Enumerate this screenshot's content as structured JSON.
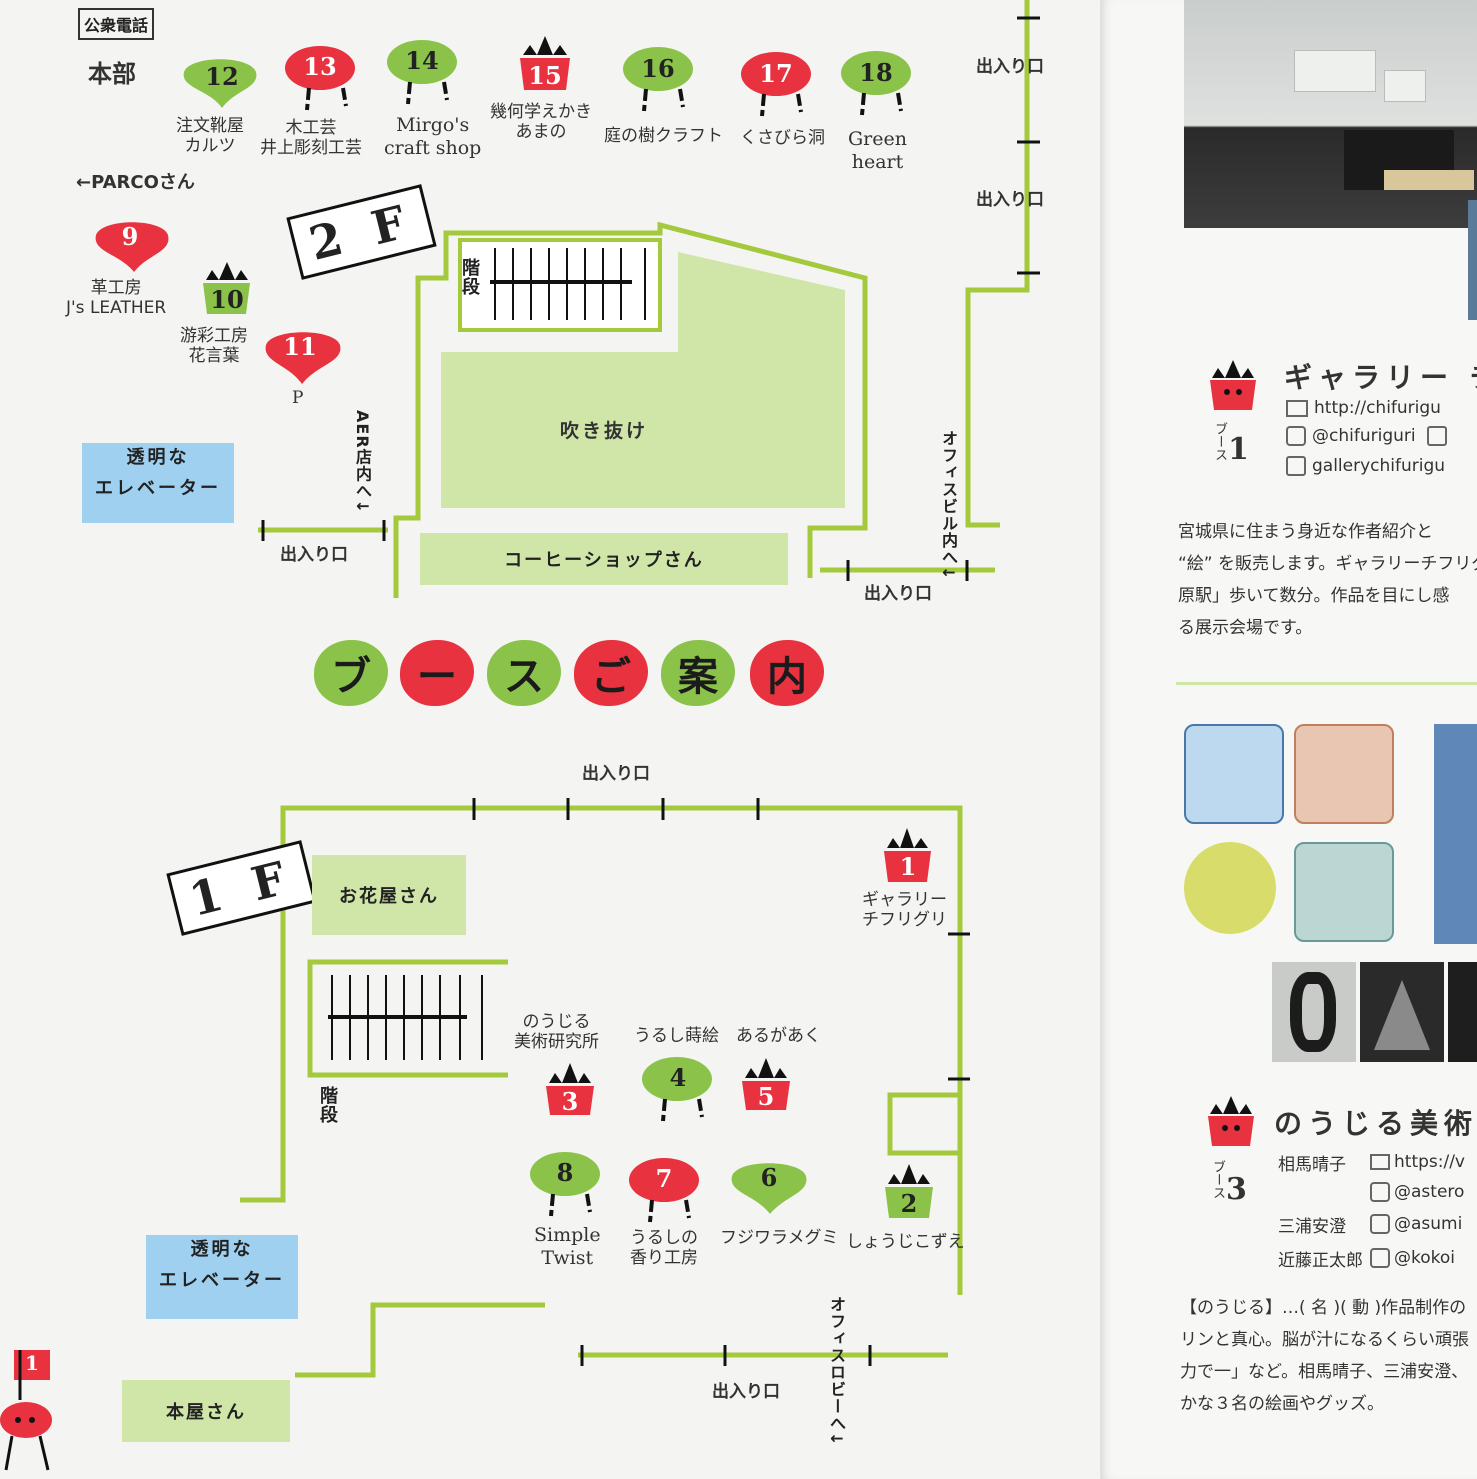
{
  "colors": {
    "green": "#8bc34a",
    "red": "#e8323f",
    "line": "#a4c93c",
    "zone": "#cfe6a8",
    "elevator": "#9fd0ef"
  },
  "top": {
    "public_phone": "公衆電話",
    "headquarters": "本部",
    "parco": "←PARCOさん"
  },
  "floor2": {
    "label": "2 F",
    "booths": [
      {
        "num": "12",
        "name": "注文靴屋\nカルツ",
        "shape": "green-leaf"
      },
      {
        "num": "13",
        "name": "木工芸\n井上彫刻工芸",
        "shape": "red-stool"
      },
      {
        "num": "14",
        "name": "Mirgo's\ncraft shop",
        "shape": "green-stool"
      },
      {
        "num": "15",
        "name": "幾何学えかき\nあまの",
        "shape": "red-crown"
      },
      {
        "num": "16",
        "name": "庭の樹クラフト",
        "shape": "green-stool"
      },
      {
        "num": "17",
        "name": "くさびら洞",
        "shape": "red-stool"
      },
      {
        "num": "18",
        "name": "Green\nheart",
        "shape": "green-stool"
      },
      {
        "num": "9",
        "name": "革工房\nJ's LEATHER",
        "shape": "red-leaf"
      },
      {
        "num": "10",
        "name": "游彩工房\n花言葉",
        "shape": "green-crown"
      },
      {
        "num": "11",
        "name": "P",
        "shape": "red-leaf"
      }
    ],
    "stairs": "階段",
    "atrium": "吹き抜け",
    "coffee": "コーヒーショップさん",
    "elevator": "透明な\nエレベーター",
    "aer": "AER店内へ↓",
    "office": "オフィスビル内へ↓",
    "entrances": [
      "出入り口",
      "出入り口",
      "出入り口",
      "出入り口"
    ]
  },
  "title_chars": [
    "ブ",
    "ー",
    "ス",
    "ご",
    "案",
    "内"
  ],
  "floor1": {
    "label": "1 F",
    "flower": "お花屋さん",
    "stairs": "階段",
    "elevator": "透明な\nエレベーター",
    "bookstore": "本屋さん",
    "office_lobby": "オフィスロビーへ↓",
    "entrances": [
      "出入り口",
      "出入り口"
    ],
    "booths": [
      {
        "num": "1",
        "name": "ギャラリー\nチフリグリ",
        "shape": "red-crown"
      },
      {
        "num": "3",
        "name": "のうじる\n美術研究所",
        "shape": "red-crown"
      },
      {
        "num": "4",
        "name": "うるし蒔絵",
        "shape": "green-stool"
      },
      {
        "num": "5",
        "name": "あるがあく",
        "shape": "red-crown"
      },
      {
        "num": "8",
        "name": "Simple\nTwist",
        "shape": "green-stool"
      },
      {
        "num": "7",
        "name": "うるしの\n香り工房",
        "shape": "red-stool"
      },
      {
        "num": "6",
        "name": "フジワラメグミ",
        "shape": "green-leaf"
      },
      {
        "num": "2",
        "name": "しょうじこずえ",
        "shape": "green-crown"
      }
    ],
    "corner_num": "1"
  },
  "right": {
    "booth1": {
      "title": "ギャラリー チ",
      "booth_word": "ブース",
      "num": "1",
      "url": "http://chifurigu",
      "instagram": "@chifuriguri",
      "facebook": "gallerychifurigu",
      "desc": [
        "宮城県に住まう身近な作者紹介と",
        "“絵” を販売します。ギャラリーチフリグ",
        "原駅」歩いて数分。作品を目にし感",
        "る展示会場です。"
      ]
    },
    "booth3": {
      "title": "のうじる美術研",
      "booth_word": "ブース",
      "num": "3",
      "members": [
        {
          "name": "相馬晴子",
          "link1": "https://v",
          "link2": "@astero"
        },
        {
          "name": "三浦安澄",
          "link1": "@asumi"
        },
        {
          "name": "近藤正太郎",
          "link1": "@kokoi"
        }
      ],
      "desc": [
        "【のうじる】…( 名 )( 動 )作品制作の",
        "リンと真心。脳が汁になるくらい頑張",
        "力で一」など。相馬晴子、三浦安澄、",
        "かな３名の絵画やグッズ。"
      ]
    }
  }
}
